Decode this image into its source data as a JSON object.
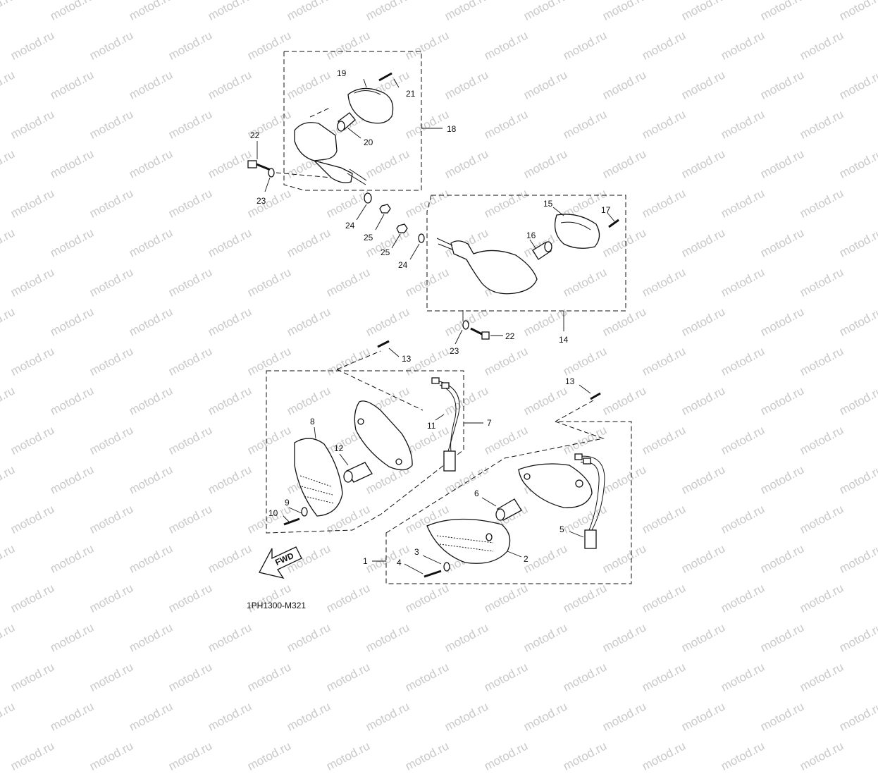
{
  "watermark": {
    "text": "motod.ru"
  },
  "diagram_code": "1PH1300-M321",
  "fwd_label": "FWD",
  "callouts": {
    "c1": "1",
    "c2": "2",
    "c3": "3",
    "c4": "4",
    "c5": "5",
    "c6": "6",
    "c7": "7",
    "c8": "8",
    "c9": "9",
    "c10": "10",
    "c11": "11",
    "c12": "12",
    "c13a": "13",
    "c13b": "13",
    "c14": "14",
    "c15": "15",
    "c16": "16",
    "c17": "17",
    "c18": "18",
    "c19": "19",
    "c20": "20",
    "c21": "21",
    "c22a": "22",
    "c22b": "22",
    "c23a": "23",
    "c23b": "23",
    "c24a": "24",
    "c24b": "24",
    "c25a": "25",
    "c25b": "25"
  }
}
